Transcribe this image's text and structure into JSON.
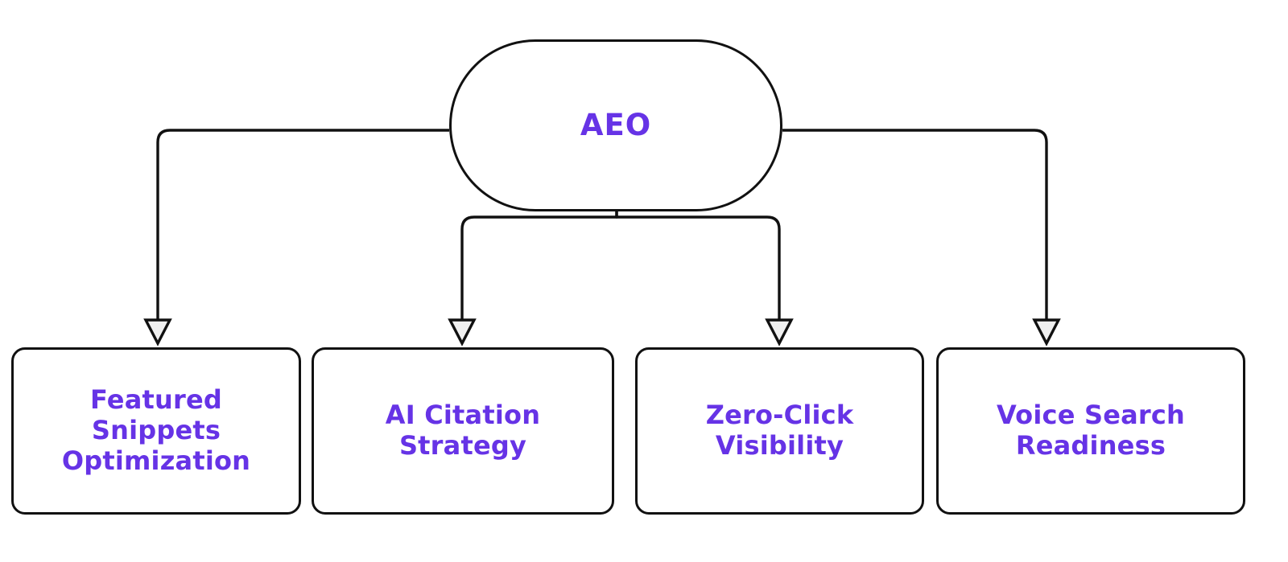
{
  "diagram": {
    "title": "AEO",
    "type": "hierarchy-tree",
    "background_color": "#ffffff",
    "accent_color": "#6633e6",
    "line_color": "#111111",
    "arrowhead_fill": "#f0f0f0",
    "root": {
      "label": "AEO",
      "shape": "stadium"
    },
    "children": [
      {
        "label": "Featured\nSnippets\nOptimization",
        "shape": "rounded-rect"
      },
      {
        "label": "AI Citation\nStrategy",
        "shape": "rounded-rect"
      },
      {
        "label": "Zero-Click\nVisibility",
        "shape": "rounded-rect"
      },
      {
        "label": "Voice Search\nReadiness",
        "shape": "rounded-rect"
      }
    ],
    "connectors": [
      {
        "from": "AEO",
        "to": "Featured Snippets Optimization",
        "style": "orthogonal-elbow",
        "arrow": "open-triangle"
      },
      {
        "from": "AEO",
        "to": "AI Citation Strategy",
        "style": "orthogonal-elbow",
        "arrow": "open-triangle"
      },
      {
        "from": "AEO",
        "to": "Zero-Click Visibility",
        "style": "orthogonal-elbow",
        "arrow": "open-triangle"
      },
      {
        "from": "AEO",
        "to": "Voice Search Readiness",
        "style": "orthogonal-elbow",
        "arrow": "open-triangle"
      }
    ]
  }
}
